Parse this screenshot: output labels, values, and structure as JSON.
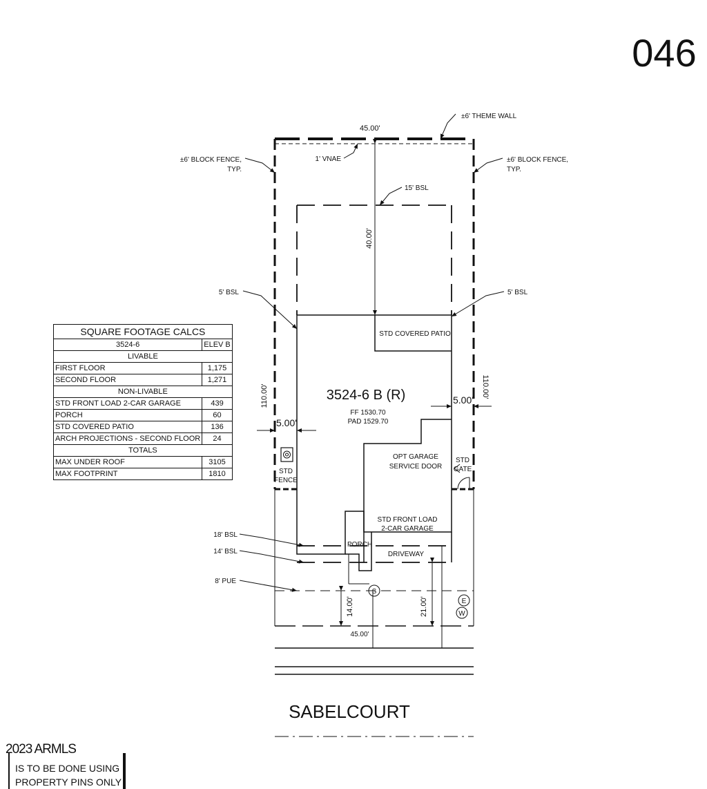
{
  "lot_number": "046",
  "street": "SABELCOURT",
  "plan_label": "3524-6 B (R)",
  "ff": "FF 1530.70",
  "pad": "PAD 1529.70",
  "labels": {
    "theme_wall": "±6' THEME WALL",
    "block_fence_left": "±6' BLOCK FENCE,",
    "block_fence_left_typ": "TYP.",
    "block_fence_right": "±6' BLOCK FENCE,",
    "block_fence_right_typ": "TYP.",
    "vnae": "1' VNAE",
    "rear_bsl": "15' BSL",
    "left_bsl": "5' BSL",
    "right_bsl": "5' BSL",
    "bsl_18": "18' BSL",
    "bsl_14": "14' BSL",
    "pue": "8' PUE",
    "covered_patio": "STD COVERED PATIO",
    "opt_garage_1": "OPT GARAGE",
    "opt_garage_2": "SERVICE DOOR",
    "std_gate_1": "STD",
    "std_gate_2": "GATE",
    "std_fence_1": "STD",
    "std_fence_2": "FENCE",
    "garage_1": "STD FRONT LOAD",
    "garage_2": "2-CAR GARAGE",
    "porch": "PORCH",
    "driveway": "DRIVEWAY",
    "electric": "E",
    "water": "W",
    "sewer": "S"
  },
  "dims": {
    "top_width": "45.00'",
    "bottom_width": "45.00'",
    "rear_depth": "40.00'",
    "left_depth": "110.00'",
    "right_depth": "110.00'",
    "side_left": "5.00'",
    "side_right": "5.00'",
    "front_porch": "14.00'",
    "front_garage": "21.00'"
  },
  "sqft": {
    "title": "SQUARE FOOTAGE CALCS",
    "plan": "3524-6",
    "elev": "ELEV B",
    "livable": "LIVABLE",
    "non_livable": "NON-LIVABLE",
    "totals": "TOTALS",
    "rows_livable": [
      {
        "label": "FIRST FLOOR",
        "value": "1,175"
      },
      {
        "label": "SECOND FLOOR",
        "value": "1,271"
      }
    ],
    "rows_non_livable": [
      {
        "label": "STD FRONT LOAD 2-CAR GARAGE",
        "value": "439"
      },
      {
        "label": "PORCH",
        "value": "60"
      },
      {
        "label": "STD COVERED PATIO",
        "value": "136"
      },
      {
        "label": "ARCH PROJECTIONS - SECOND FLOOR",
        "value": "24"
      }
    ],
    "rows_totals": [
      {
        "label": "MAX UNDER ROOF",
        "value": "3105"
      },
      {
        "label": "MAX FOOTPRINT",
        "value": "1810"
      }
    ]
  },
  "note": {
    "header": "2023 ARMLS",
    "line1": "IS TO BE DONE USING",
    "line2": "PROPERTY PINS ONLY"
  }
}
